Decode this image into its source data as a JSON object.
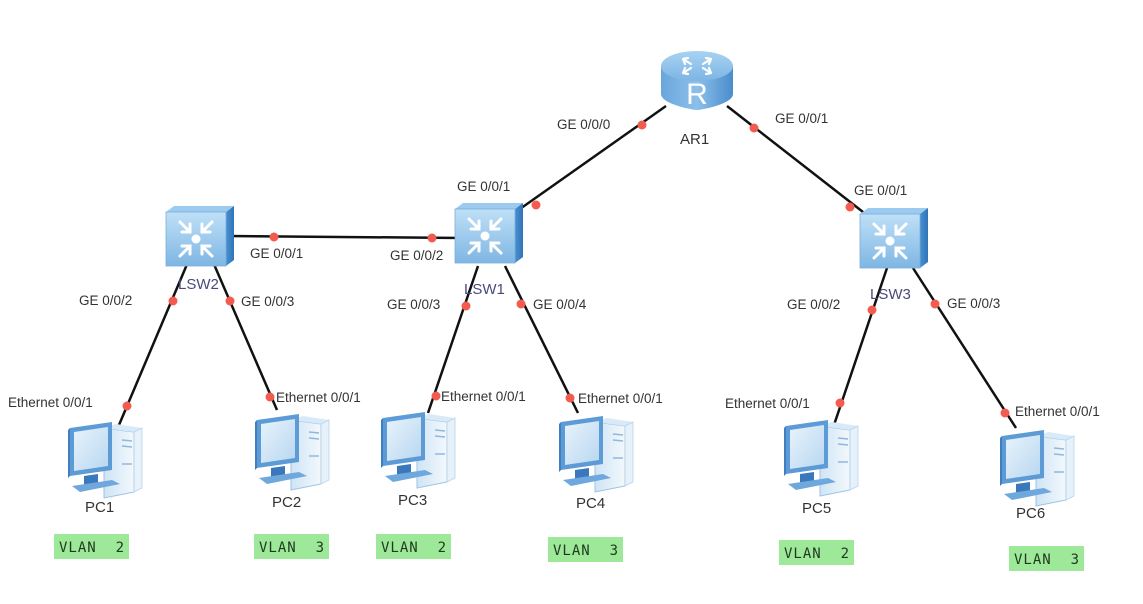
{
  "diagram": {
    "type": "network-topology",
    "colors": {
      "link": "#111111",
      "port_dot": "#f25b50",
      "vlan_badge": "#9ee89a",
      "device_blue": "#6fa8dc"
    },
    "devices": {
      "ar1": {
        "label": "AR1",
        "type": "router",
        "icon": "router-icon"
      },
      "lsw1": {
        "label": "LSW1",
        "type": "switch",
        "icon": "switch-icon"
      },
      "lsw2": {
        "label": "LSW2",
        "type": "switch",
        "icon": "switch-icon"
      },
      "lsw3": {
        "label": "LSW3",
        "type": "switch",
        "icon": "switch-icon"
      },
      "pc1": {
        "label": "PC1",
        "type": "pc",
        "icon": "pc-icon",
        "vlan": "VLAN  2"
      },
      "pc2": {
        "label": "PC2",
        "type": "pc",
        "icon": "pc-icon",
        "vlan": "VLAN  3"
      },
      "pc3": {
        "label": "PC3",
        "type": "pc",
        "icon": "pc-icon",
        "vlan": "VLAN  2"
      },
      "pc4": {
        "label": "PC4",
        "type": "pc",
        "icon": "pc-icon",
        "vlan": "VLAN  3"
      },
      "pc5": {
        "label": "PC5",
        "type": "pc",
        "icon": "pc-icon",
        "vlan": "VLAN  2"
      },
      "pc6": {
        "label": "PC6",
        "type": "pc",
        "icon": "pc-icon",
        "vlan": "VLAN  3"
      }
    },
    "links": [
      {
        "from": "ar1",
        "from_port": "GE 0/0/0",
        "to": "lsw1",
        "to_port": "GE 0/0/1"
      },
      {
        "from": "ar1",
        "from_port": "GE 0/0/1",
        "to": "lsw3",
        "to_port": "GE 0/0/1"
      },
      {
        "from": "lsw2",
        "from_port": "GE 0/0/1",
        "to": "lsw1",
        "to_port": "GE 0/0/2"
      },
      {
        "from": "lsw2",
        "from_port": "GE 0/0/2",
        "to": "pc1",
        "to_port": "Ethernet 0/0/1"
      },
      {
        "from": "lsw2",
        "from_port": "GE 0/0/3",
        "to": "pc2",
        "to_port": "Ethernet 0/0/1"
      },
      {
        "from": "lsw1",
        "from_port": "GE 0/0/3",
        "to": "pc3",
        "to_port": "Ethernet 0/0/1"
      },
      {
        "from": "lsw1",
        "from_port": "GE 0/0/4",
        "to": "pc4",
        "to_port": "Ethernet 0/0/1"
      },
      {
        "from": "lsw3",
        "from_port": "GE 0/0/2",
        "to": "pc5",
        "to_port": "Ethernet 0/0/1"
      },
      {
        "from": "lsw3",
        "from_port": "GE 0/0/3",
        "to": "pc6",
        "to_port": "Ethernet 0/0/1"
      }
    ]
  }
}
